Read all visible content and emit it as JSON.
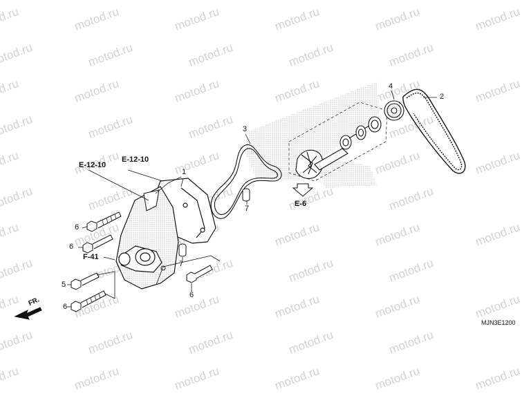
{
  "watermark": {
    "text": "motod.ru"
  },
  "callouts": {
    "c1": "1",
    "c2": "2",
    "c3": "3",
    "c4": "4",
    "c5": "5",
    "c6a": "6",
    "c6b": "6",
    "c6c": "6",
    "c6d": "6",
    "c7a": "7",
    "c7b": "7"
  },
  "references": {
    "e12_left": "E-12-10",
    "e12_right": "E-12-10",
    "e6": "E-6",
    "f41": "F-41",
    "front": "FR."
  },
  "diagram_code": "MJN3E1200"
}
